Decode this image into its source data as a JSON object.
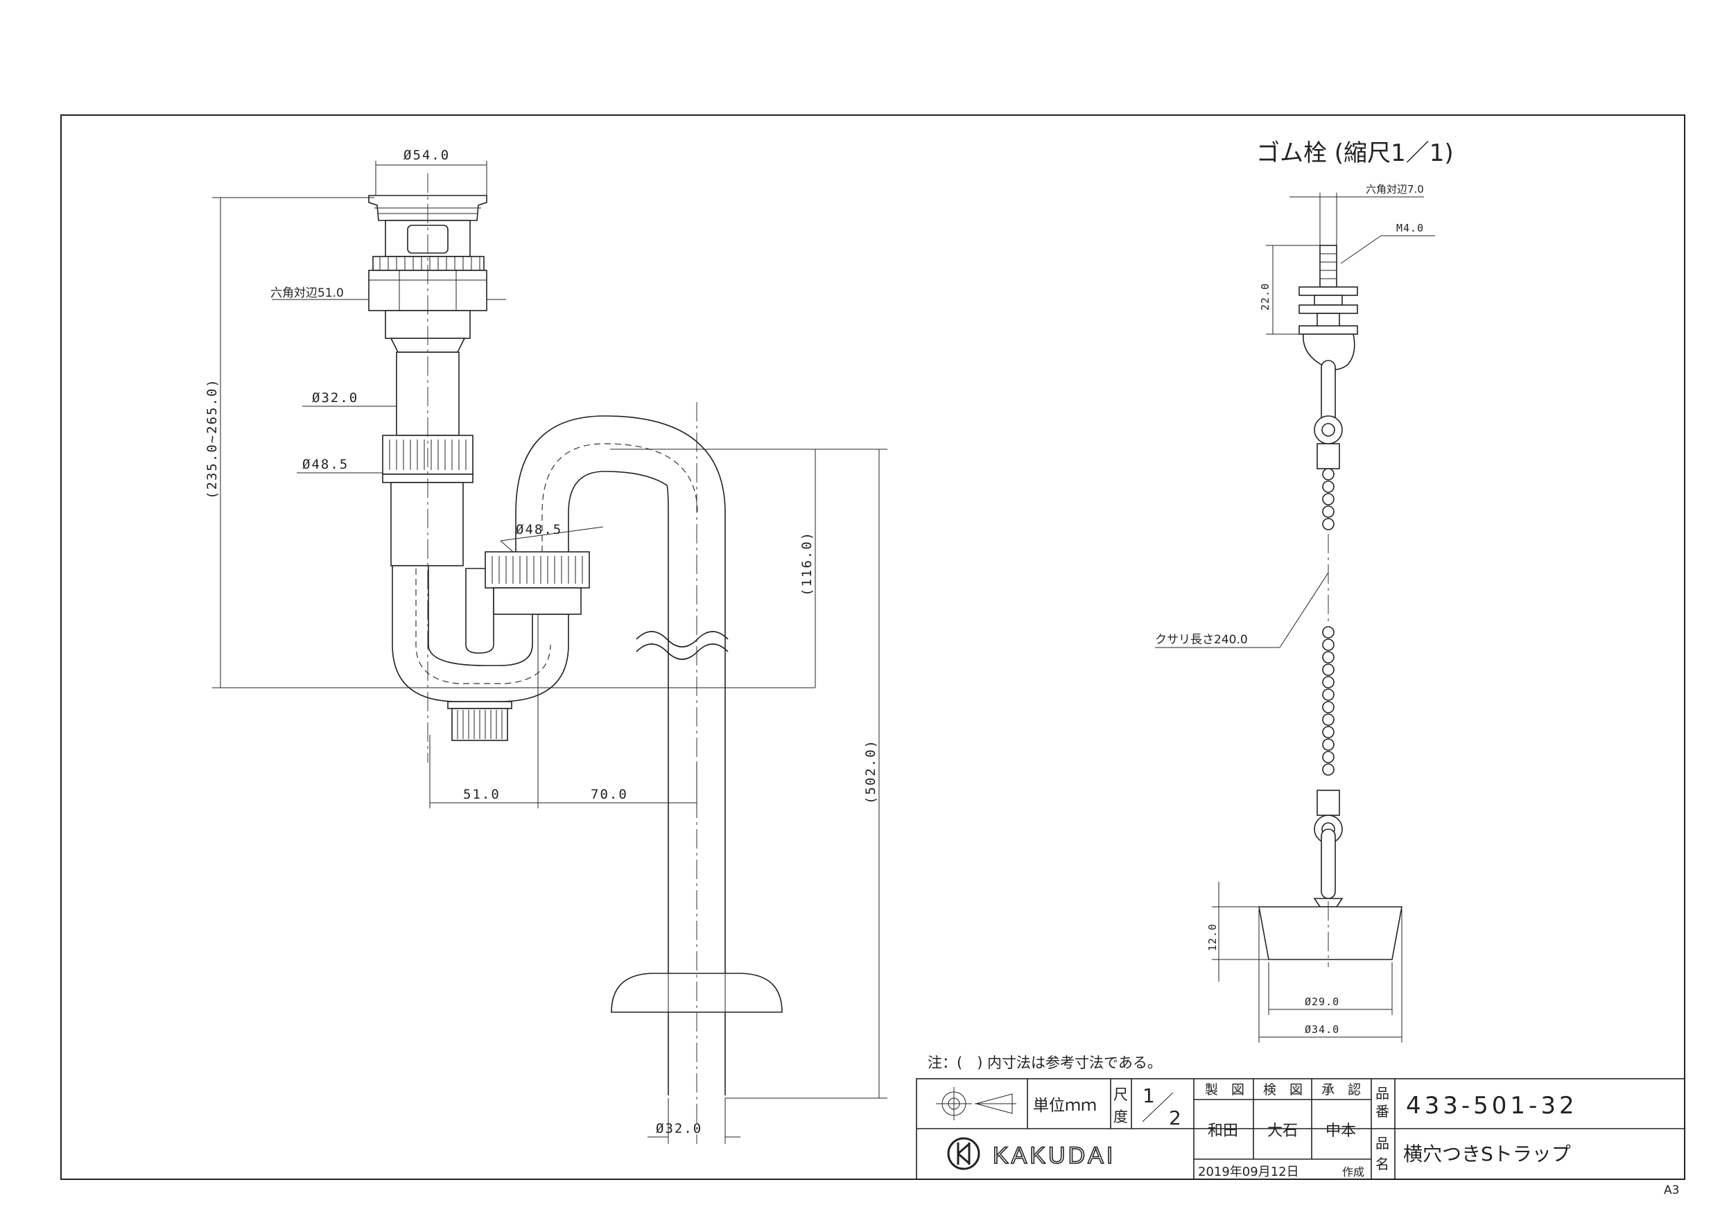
{
  "dimensions": {
    "d_top": "Ø54.0",
    "hex_main": "六角対辺51.0",
    "d_tail": "Ø32.0",
    "d_nut1": "Ø48.5",
    "d_nut2": "Ø48.5",
    "h_total": "(235.0~265.0)",
    "h_trap": "(116.0)",
    "h_full": "(502.0)",
    "w_51": "51.0",
    "w_70": "70.0",
    "d_bottom": "Ø32.0"
  },
  "stopper": {
    "title": "ゴム栓 (縮尺1／1)",
    "hex": "六角対辺7.0",
    "thread": "M4.0",
    "h_stem": "22.0",
    "chain": "クサリ長さ240.0",
    "h_plug": "12.0",
    "d_small": "Ø29.0",
    "d_large": "Ø34.0"
  },
  "note": "注：(　) 内寸法は参考寸法である。",
  "title_block": {
    "unit": "単位ｍｍ",
    "scale_label_1": "尺",
    "scale_label_2": "度",
    "scale_num": "1",
    "scale_den": "2",
    "col_drawn": "製　図",
    "col_checked": "検　図",
    "col_approved": "承　認",
    "name_drawn": "和田",
    "name_checked": "大石",
    "name_approved": "中本",
    "part_no_label_1": "品",
    "part_no_label_2": "番",
    "part_no": "433-501-32",
    "part_name_label_1": "品",
    "part_name_label_2": "名",
    "part_name": "横穴つきSトラップ",
    "date": "2019年09月12日",
    "date_suffix": "作成",
    "brand": "KAKUDAI"
  },
  "sheet_size": "A3"
}
